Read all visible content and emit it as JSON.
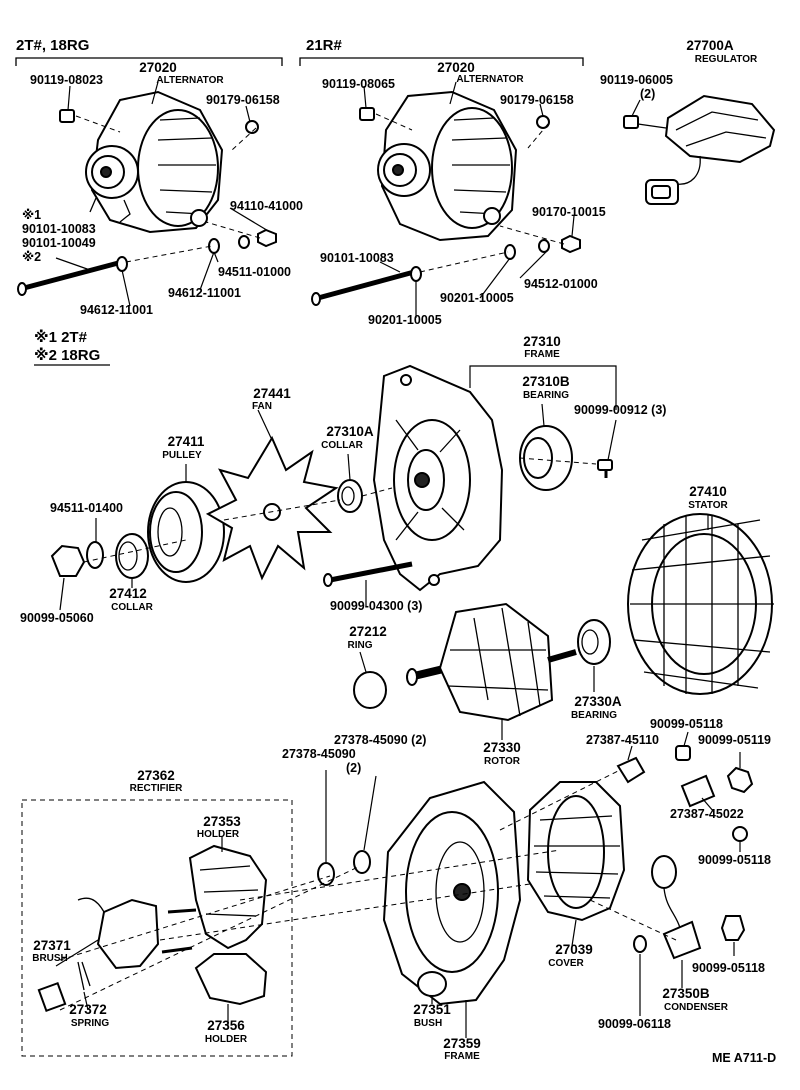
{
  "sections": {
    "left": "2T#, 18RG",
    "right": "21R#",
    "note1": "※1 2T#",
    "note2": "※2 18RG"
  },
  "parts": [
    {
      "id": "p1",
      "number": "27020",
      "name": "ALTERNATOR"
    },
    {
      "id": "p2",
      "number": "90119-08023",
      "name": ""
    },
    {
      "id": "p3",
      "number": "90179-06158",
      "name": ""
    },
    {
      "id": "p4",
      "number": "94110-41000",
      "name": ""
    },
    {
      "id": "p5",
      "number": "※1",
      "name": ""
    },
    {
      "id": "p6",
      "number": "90101-10083",
      "name": ""
    },
    {
      "id": "p7",
      "number": "90101-10049",
      "name": ""
    },
    {
      "id": "p8",
      "number": "※2",
      "name": ""
    },
    {
      "id": "p9",
      "number": "94511-01000",
      "name": ""
    },
    {
      "id": "p10",
      "number": "94612-11001",
      "name": ""
    },
    {
      "id": "p11",
      "number": "94612-11001",
      "name": ""
    },
    {
      "id": "p12",
      "number": "27020",
      "name": "ALTERNATOR"
    },
    {
      "id": "p13",
      "number": "90119-08065",
      "name": ""
    },
    {
      "id": "p14",
      "number": "90179-06158",
      "name": ""
    },
    {
      "id": "p15",
      "number": "90170-10015",
      "name": ""
    },
    {
      "id": "p16",
      "number": "90101-10083",
      "name": ""
    },
    {
      "id": "p17",
      "number": "94512-01000",
      "name": ""
    },
    {
      "id": "p18",
      "number": "90201-10005",
      "name": ""
    },
    {
      "id": "p19",
      "number": "90201-10005",
      "name": ""
    },
    {
      "id": "p20",
      "number": "27700A",
      "name": "REGULATOR"
    },
    {
      "id": "p21",
      "number": "90119-06005",
      "name": ""
    },
    {
      "id": "p22",
      "number": "(2)",
      "name": ""
    },
    {
      "id": "p23",
      "number": "27310",
      "name": "FRAME"
    },
    {
      "id": "p24",
      "number": "27310B",
      "name": "BEARING"
    },
    {
      "id": "p25",
      "number": "90099-00912 (3)",
      "name": ""
    },
    {
      "id": "p26",
      "number": "27441",
      "name": "FAN"
    },
    {
      "id": "p27",
      "number": "27310A",
      "name": "COLLAR"
    },
    {
      "id": "p28",
      "number": "27411",
      "name": "PULLEY"
    },
    {
      "id": "p29",
      "number": "94511-01400",
      "name": ""
    },
    {
      "id": "p30",
      "number": "27412",
      "name": "COLLAR"
    },
    {
      "id": "p31",
      "number": "90099-05060",
      "name": ""
    },
    {
      "id": "p32",
      "number": "90099-04300 (3)",
      "name": ""
    },
    {
      "id": "p33",
      "number": "27410",
      "name": "STATOR"
    },
    {
      "id": "p34",
      "number": "27212",
      "name": "RING"
    },
    {
      "id": "p35",
      "number": "27330A",
      "name": "BEARING"
    },
    {
      "id": "p36",
      "number": "27330",
      "name": "ROTOR"
    },
    {
      "id": "p37",
      "number": "90099-05118",
      "name": ""
    },
    {
      "id": "p38",
      "number": "27387-45110",
      "name": ""
    },
    {
      "id": "p39",
      "number": "90099-05119",
      "name": ""
    },
    {
      "id": "p40",
      "number": "27387-45022",
      "name": ""
    },
    {
      "id": "p41",
      "number": "90099-05118",
      "name": ""
    },
    {
      "id": "p42",
      "number": "27362",
      "name": "RECTIFIER"
    },
    {
      "id": "p43",
      "number": "27378-45090",
      "name": ""
    },
    {
      "id": "p44",
      "number": "(2)",
      "name": ""
    },
    {
      "id": "p45",
      "number": "27378-45090 (2)",
      "name": ""
    },
    {
      "id": "p46",
      "number": "27353",
      "name": "HOLDER"
    },
    {
      "id": "p47",
      "number": "27371",
      "name": "BRUSH"
    },
    {
      "id": "p48",
      "number": "27372",
      "name": "SPRING"
    },
    {
      "id": "p49",
      "number": "27356",
      "name": "HOLDER"
    },
    {
      "id": "p50",
      "number": "27351",
      "name": "BUSH"
    },
    {
      "id": "p51",
      "number": "27359",
      "name": "FRAME"
    },
    {
      "id": "p52",
      "number": "27039",
      "name": "COVER"
    },
    {
      "id": "p53",
      "number": "27350B",
      "name": "CONDENSER"
    },
    {
      "id": "p54",
      "number": "90099-05118",
      "name": ""
    },
    {
      "id": "p55",
      "number": "90099-06118",
      "name": ""
    }
  ],
  "code": "ME  A711-D"
}
